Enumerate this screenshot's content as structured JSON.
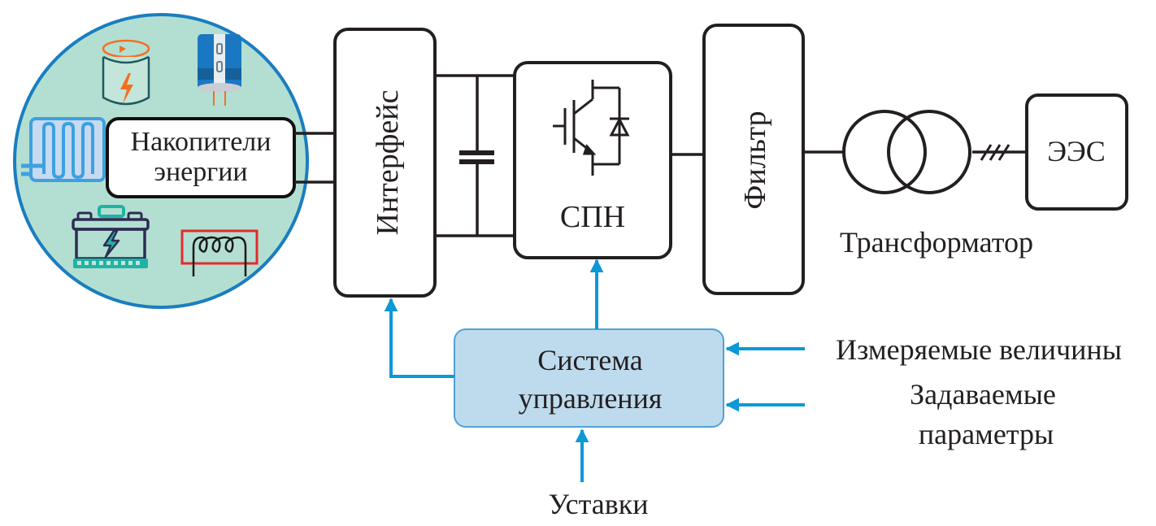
{
  "diagram": {
    "storage": {
      "label_line1": "Накопители",
      "label_line2": "энергии",
      "icons": [
        "flywheel-icon",
        "supercapacitor-icon",
        "thermal-storage-icon",
        "battery-icon",
        "superconducting-coil-icon"
      ]
    },
    "interface": {
      "label": "Интерфейс"
    },
    "converter": {
      "label": "СПН",
      "icon": "igbt-diode-icon"
    },
    "filter": {
      "label": "Фильтр"
    },
    "transformer": {
      "label": "Трансформатор"
    },
    "grid": {
      "label": "ЭЭС"
    },
    "control": {
      "label_line1": "Система",
      "label_line2": "управления"
    },
    "inputs": {
      "measured": "Измеряемые величины",
      "preset_line1": "Задаваемые",
      "preset_line2": "параметры",
      "setpoints": "Уставки"
    },
    "colors": {
      "circle_fill": "#b3dfd2",
      "circle_stroke": "#1a7dbf",
      "control_fill": "#bedbee",
      "control_stroke": "#4da3d6",
      "signal_arrow": "#0d98d8",
      "wire": "#231f20"
    }
  }
}
